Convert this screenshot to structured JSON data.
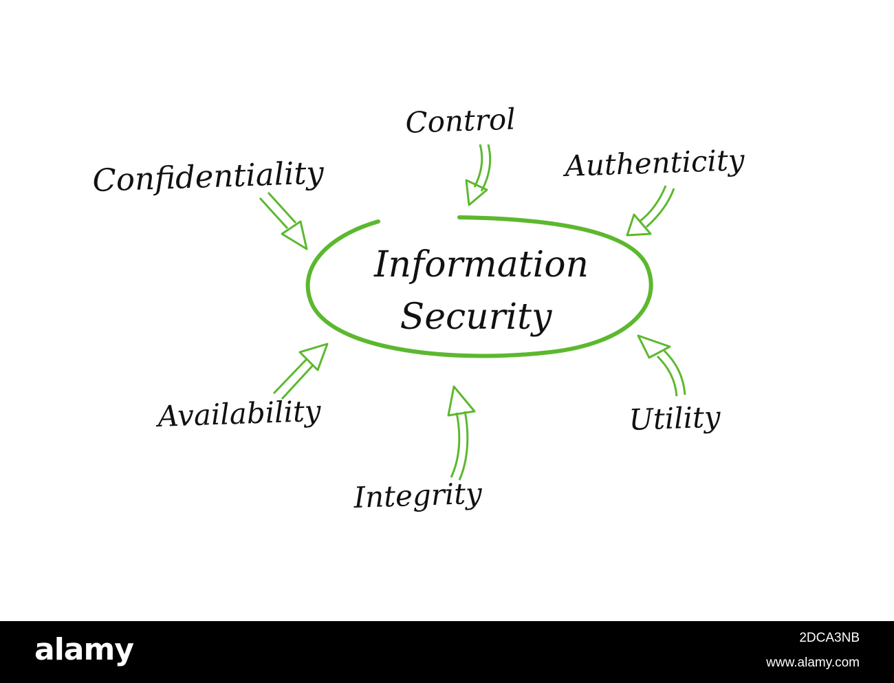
{
  "diagram": {
    "center": {
      "line1": "Information",
      "line2": "Security"
    },
    "nodes": {
      "confidentiality": "Confidentiality",
      "control": "Control",
      "authenticity": "Authenticity",
      "availability": "Availability",
      "integrity": "Integrity",
      "utility": "Utility"
    },
    "colors": {
      "accent": "#5cb82e",
      "text": "#111111"
    }
  },
  "watermark": {
    "logo": "alamy",
    "image_id": "2DCA3NB",
    "url": "www.alamy.com"
  }
}
